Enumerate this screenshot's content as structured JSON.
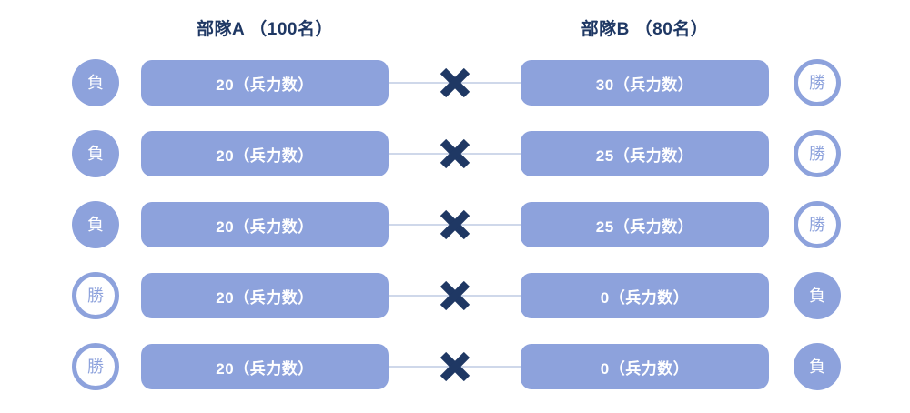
{
  "header": {
    "group_a_title": "部隊A （100名）",
    "group_b_title": "部隊B （80名）"
  },
  "rows": [
    {
      "left_result": "負",
      "left_outcome": "lose",
      "left_label": "20（兵力数）",
      "right_label": "30（兵力数）",
      "right_outcome": "win",
      "right_result": "勝"
    },
    {
      "left_result": "負",
      "left_outcome": "lose",
      "left_label": "20（兵力数）",
      "right_label": "25（兵力数）",
      "right_outcome": "win",
      "right_result": "勝"
    },
    {
      "left_result": "負",
      "left_outcome": "lose",
      "left_label": "20（兵力数）",
      "right_label": "25（兵力数）",
      "right_outcome": "win",
      "right_result": "勝"
    },
    {
      "left_result": "勝",
      "left_outcome": "win",
      "left_label": "20（兵力数）",
      "right_label": "0（兵力数）",
      "right_outcome": "lose",
      "right_result": "負"
    },
    {
      "left_result": "勝",
      "left_outcome": "win",
      "left_label": "20（兵力数）",
      "right_label": "0（兵力数）",
      "right_outcome": "lose",
      "right_result": "負"
    }
  ],
  "icons": {
    "versus": "x-mark"
  },
  "colors": {
    "unit_fill": "#8DA2DC",
    "navy_text": "#1F3864",
    "connector_line": "#9FB0D5",
    "bar_text": "#FFFFFF"
  }
}
